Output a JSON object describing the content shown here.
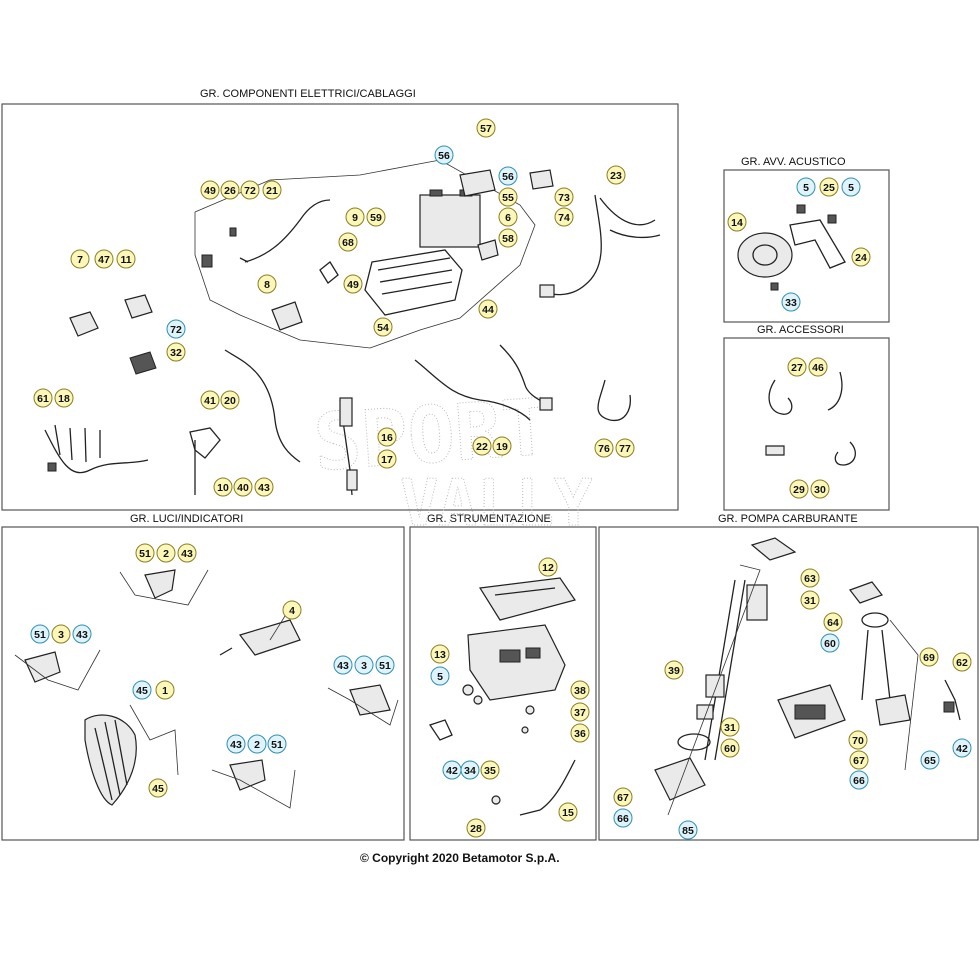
{
  "panels": {
    "electrical": {
      "title": "GR. COMPONENTI ELETTRICI/CABLAGGI"
    },
    "horn": {
      "title": "GR. AVV. ACUSTICO"
    },
    "accessories": {
      "title": "GR. ACCESSORI"
    },
    "lights": {
      "title": "GR. LUCI/INDICATORI"
    },
    "instruments": {
      "title": "GR. STRUMENTAZIONE"
    },
    "fuelpump": {
      "title": "GR. POMPA CARBURANTE"
    }
  },
  "callouts": {
    "electrical": [
      "57",
      "56",
      "56",
      "55",
      "6",
      "58",
      "73",
      "74",
      "23",
      "49",
      "26",
      "72",
      "21",
      "9",
      "59",
      "68",
      "49",
      "54",
      "7",
      "47",
      "11",
      "8",
      "72",
      "32",
      "44",
      "41",
      "20",
      "61",
      "18",
      "16",
      "17",
      "10",
      "40",
      "43",
      "22",
      "19",
      "76",
      "77"
    ],
    "horn": [
      "5",
      "25",
      "5",
      "14",
      "24",
      "33"
    ],
    "accessories": [
      "27",
      "46",
      "29",
      "30"
    ],
    "lights": [
      "51",
      "2",
      "43",
      "51",
      "3",
      "43",
      "4",
      "45",
      "1",
      "45",
      "43",
      "3",
      "51",
      "43",
      "2",
      "51"
    ],
    "instruments": [
      "12",
      "13",
      "5",
      "38",
      "37",
      "36",
      "42",
      "34",
      "35",
      "15",
      "28"
    ],
    "fuelpump": [
      "63",
      "31",
      "64",
      "60",
      "39",
      "69",
      "62",
      "31",
      "60",
      "70",
      "67",
      "66",
      "65",
      "42",
      "67",
      "66",
      "85"
    ]
  },
  "watermark": {
    "line1": "SPORT",
    "line2": "VALLY"
  },
  "copyright": "© Copyright 2020 Betamotor S.p.A.",
  "colors": {
    "yellow_callout": "#fbf7b8",
    "cyan_callout": "#dff3fa",
    "frame": "#555555"
  }
}
